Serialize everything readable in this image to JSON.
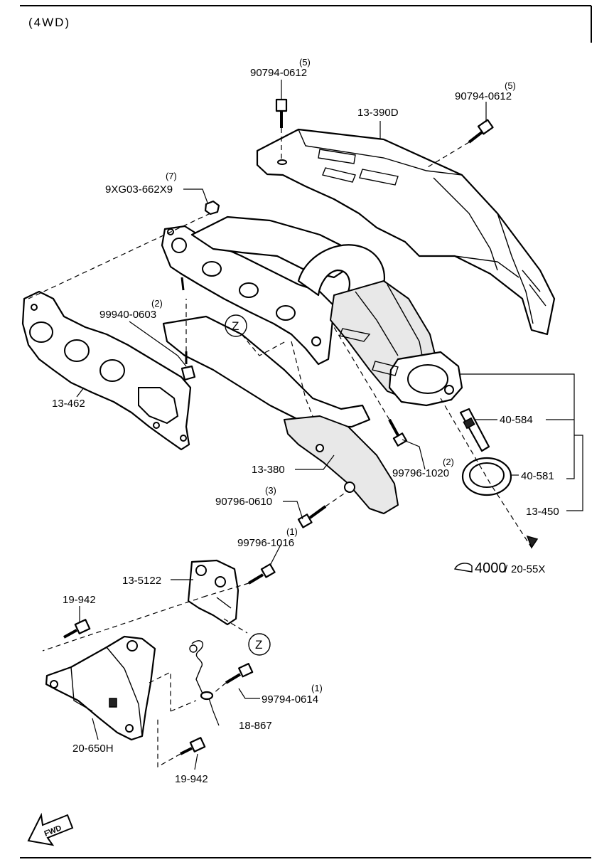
{
  "header": {
    "variant": "(4WD)"
  },
  "parts": {
    "bolt_top": {
      "qty": "(5)",
      "number": "90794-0612"
    },
    "bolt_right": {
      "qty": "(5)",
      "number": "90794-0612"
    },
    "insulator_upper": {
      "number": "13-390D"
    },
    "nut": {
      "qty": "(7)",
      "number": "9XG03-662X9"
    },
    "stud": {
      "qty": "(2)",
      "number": "99940-0603"
    },
    "gasket": {
      "number": "13-462"
    },
    "manifold": {
      "number": "13-380"
    },
    "bolt_catalyst": {
      "qty": "(2)",
      "number": "99796-1020"
    },
    "stud_bolt": {
      "number": "40-584"
    },
    "gasket_ring": {
      "number": "40-581"
    },
    "catalyst_assy": {
      "number": "13-450"
    },
    "bolt_lower": {
      "qty": "(3)",
      "number": "90796-0610"
    },
    "bolt_bracket": {
      "qty": "(1)",
      "number": "99796-1016"
    },
    "bracket": {
      "number": "13-5122"
    },
    "bolt_19942_a": {
      "number": "19-942"
    },
    "bolt_19942_b": {
      "number": "19-942"
    },
    "bolt_small": {
      "qty": "(1)",
      "number": "99794-0614"
    },
    "clip": {
      "number": "18-867"
    },
    "insulator_lower": {
      "number": "20-650H"
    }
  },
  "reference": {
    "page": "4000",
    "section": "20-55X"
  },
  "markers": {
    "z_upper": "Z",
    "z_lower": "Z"
  },
  "fwd_arrow": {
    "label": "FWD"
  }
}
